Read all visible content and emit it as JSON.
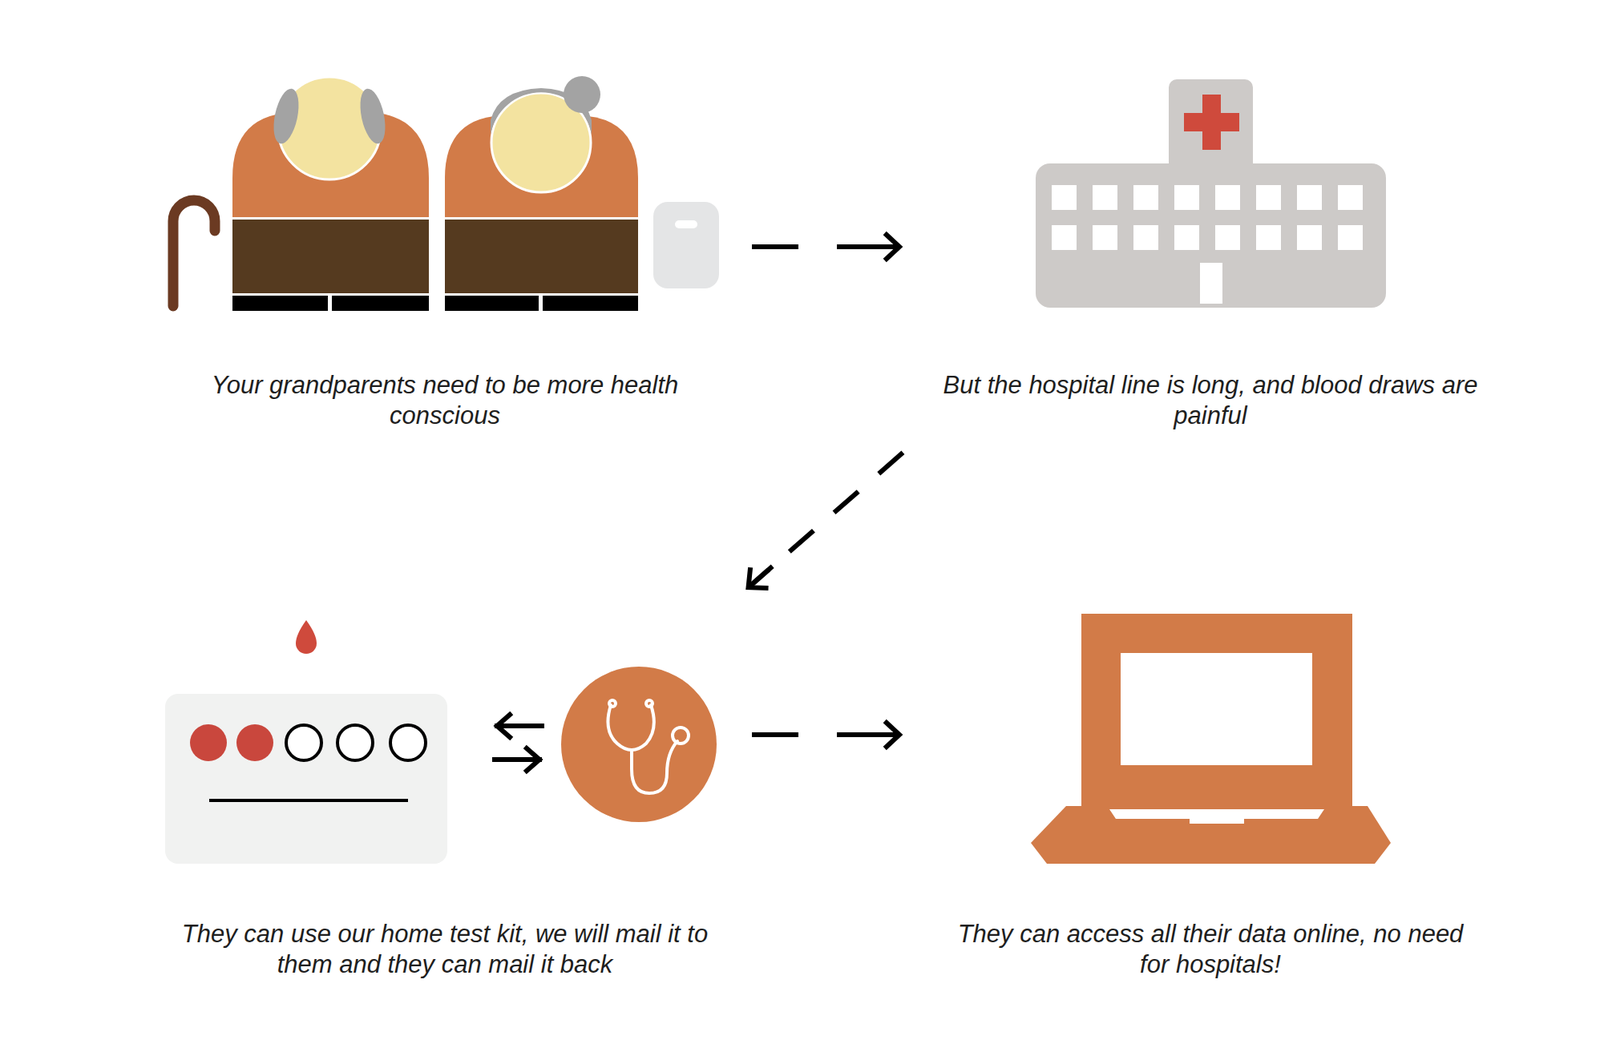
{
  "diagram": {
    "nodes": [
      {
        "text": [
          "Your grandparents need to be more health conscious"
        ]
      },
      {
        "text": [
          "But the hospital line is long, and blood draws are painful"
        ]
      },
      {
        "text": [
          "They can use our home test kit, we will mail it to them and they can mail it back"
        ]
      },
      {
        "text": [
          "They can access all their data online, no need for hospitals!"
        ]
      }
    ],
    "edges": [
      {
        "from": 0,
        "to": 1,
        "arrow": "to"
      },
      {
        "from": 1,
        "to": 2,
        "arrow": "to"
      },
      {
        "from": 2,
        "to": 3,
        "arrow": "to"
      }
    ]
  }
}
